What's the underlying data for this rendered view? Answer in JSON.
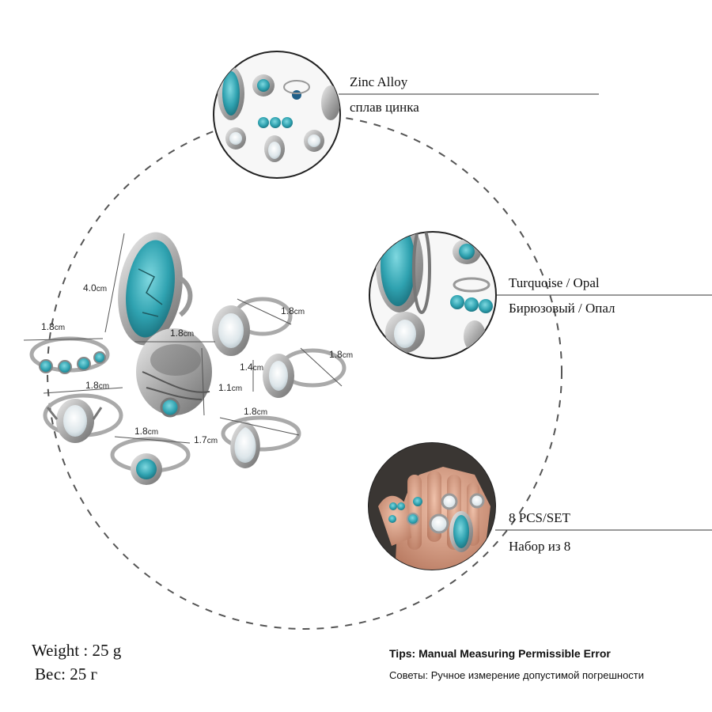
{
  "features": [
    {
      "title": "Zinc Alloy",
      "subtitle": "сплав цинка"
    },
    {
      "title": "Turquoise / Opal",
      "subtitle": "Бирюзовый / Опал"
    },
    {
      "title": "8 PCS/SET",
      "subtitle": "Набор из 8"
    }
  ],
  "dimensions": {
    "oval_ring": "4.0",
    "band_ring": "1.8",
    "feather_ring_width": "1.8",
    "feather_ring_height": "1.1",
    "opal_ring_top": "1.8",
    "opal_ring_side_width": "1.8",
    "opal_ring_side_height": "1.4",
    "leaf_ring": "1.8",
    "small_turquoise_ring": "1.8",
    "teardrop_ring": "1.8",
    "teardrop_ring_height": "1.7",
    "unit": "cm"
  },
  "weight": {
    "en": "Weight : 25 g",
    "ru": "Вес: 25 г"
  },
  "tips": {
    "en": "Tips: Manual Measuring Permissible Error",
    "ru": "Советы: Ручное измерение допустимой погрешности"
  },
  "colors": {
    "turquoise": "#3aa8b3",
    "silver": "#b8b8b8",
    "opal": "#e8eef0",
    "skin": "#d89c82"
  }
}
